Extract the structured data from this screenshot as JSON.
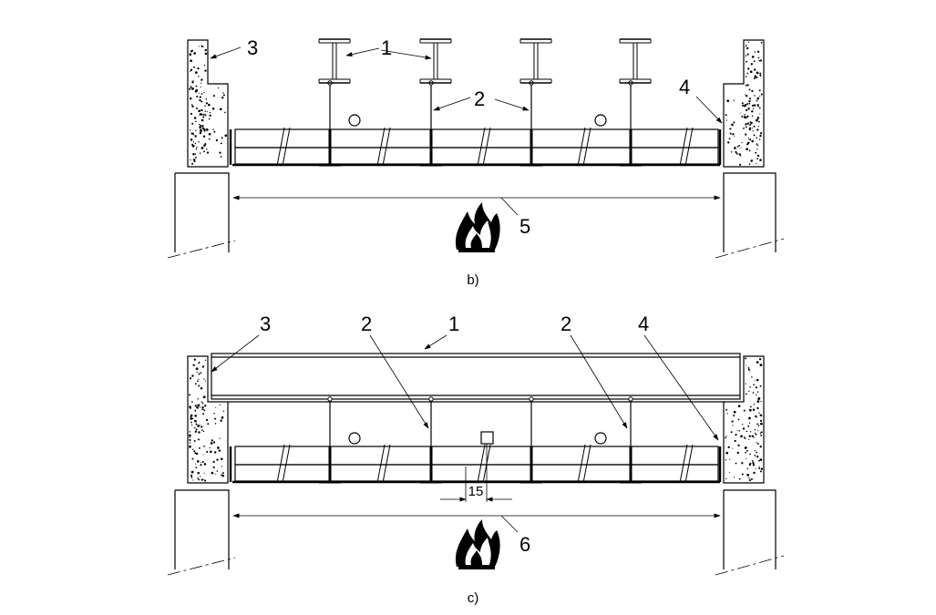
{
  "views": [
    {
      "id": "b",
      "caption": "b)",
      "labels": {
        "beam": "1",
        "hanger": "2",
        "wall": "3",
        "seal": "4",
        "span": "5"
      }
    },
    {
      "id": "c",
      "caption": "c)",
      "labels": {
        "beam": "1",
        "hanger": "2",
        "wall": "3",
        "seal": "4",
        "span": "6"
      },
      "dimension": "15"
    }
  ],
  "colors": {
    "ink": "#000000",
    "background": "#ffffff",
    "flame": "#000000"
  },
  "icons": {
    "fire": "flame-icon"
  }
}
